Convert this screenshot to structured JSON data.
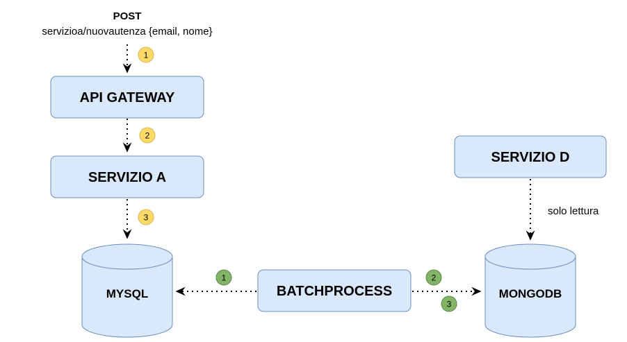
{
  "request": {
    "method": "POST",
    "endpoint": "servizioa/nuovautenza {email, nome}"
  },
  "nodes": {
    "api_gateway": "API GATEWAY",
    "servizio_a": "SERVIZIO A",
    "servizio_d": "SERVIZIO D",
    "mysql": "MYSQL",
    "batchprocess": "BATCHPROCESS",
    "mongodb": "MONGODB"
  },
  "edge_labels": {
    "solo_lettura": "solo lettura"
  },
  "badges": {
    "flow_1": "1",
    "flow_2": "2",
    "flow_3": "3",
    "batch_1": "1",
    "batch_2": "2",
    "batch_3": "3"
  },
  "colors": {
    "box_fill": "#dae8fc",
    "box_stroke": "#6c8ebf",
    "yellow_badge": "#ffd966",
    "yellow_badge_stroke": "#d6b656",
    "green_badge": "#82b366",
    "green_badge_stroke": "#5a8a46"
  }
}
